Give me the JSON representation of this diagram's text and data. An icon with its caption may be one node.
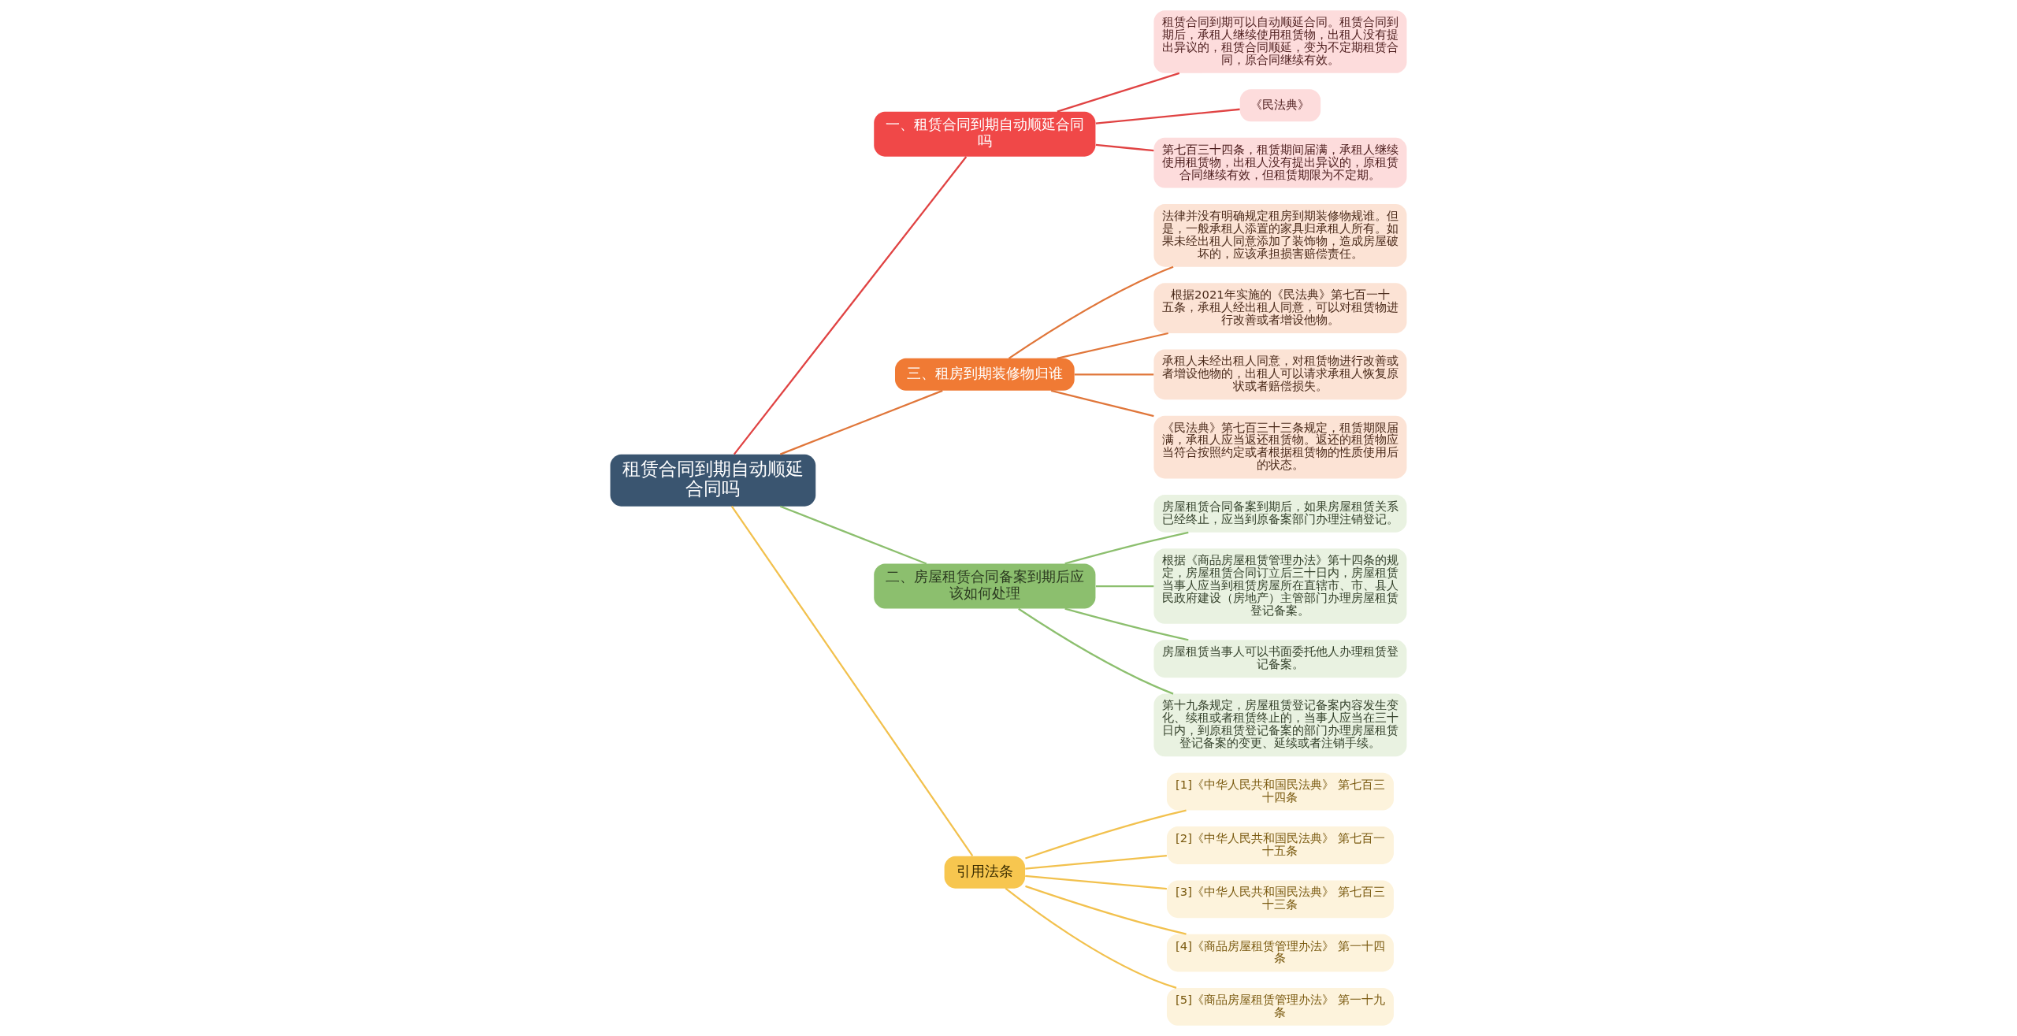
{
  "diagram": {
    "nodes": [
      {
        "text": [
          "租赁合同到期自动顺延合同吗"
        ]
      },
      {
        "text": [
          "一、租赁合同到期自动顺延合同吗"
        ]
      },
      {
        "text": [
          "租赁合同到期可以自动顺延合同。租赁合同到期后，承租人继续使用租赁物，出租人没有提出异议的，租赁合同顺延，变为不定期租赁合同，原合同继续有效。"
        ]
      },
      {
        "text": [
          "《民法典》"
        ]
      },
      {
        "text": [
          "第七百三十四条，租赁期间届满，承租人继续使用租赁物，出租人没有提出异议的，原租赁合同继续有效，但租赁期限为不定期。"
        ]
      },
      {
        "text": [
          "三、租房到期装修物归谁"
        ]
      },
      {
        "text": [
          "法律并没有明确规定租房到期装修物规谁。但是，一般承租人添置的家具归承租人所有。如果未经出租人同意添加了装饰物，造成房屋破坏的，应该承担损害赔偿责任。"
        ]
      },
      {
        "text": [
          "根据2021年实施的《民法典》第七百一十五条，承租人经出租人同意，可以对租赁物进行改善或者增设他物。"
        ]
      },
      {
        "text": [
          "承租人未经出租人同意，对租赁物进行改善或者增设他物的，出租人可以请求承租人恢复原状或者赔偿损失。"
        ]
      },
      {
        "text": [
          "《民法典》第七百三十三条规定，租赁期限届满，承租人应当返还租赁物。返还的租赁物应当符合按照约定或者根据租赁物的性质使用后的状态。"
        ]
      },
      {
        "text": [
          "二、房屋租赁合同备案到期后应该如何处理"
        ]
      },
      {
        "text": [
          "房屋租赁合同备案到期后，如果房屋租赁关系已经终止，应当到原备案部门办理注销登记。"
        ]
      },
      {
        "text": [
          "根据《商品房屋租赁管理办法》第十四条的规定，房屋租赁合同订立后三十日内，房屋租赁当事人应当到租赁房屋所在直辖市、市、县人民政府建设（房地产）主管部门办理房屋租赁登记备案。"
        ]
      },
      {
        "text": [
          "房屋租赁当事人可以书面委托他人办理租赁登记备案。"
        ]
      },
      {
        "text": [
          "第十九条规定，房屋租赁登记备案内容发生变化、续租或者租赁终止的，当事人应当在三十日内，到原租赁登记备案的部门办理房屋租赁登记备案的变更、延续或者注销手续。"
        ]
      },
      {
        "text": [
          "引用法条"
        ]
      },
      {
        "text": [
          "[1]《中华人民共和国民法典》 第七百三十四条"
        ]
      },
      {
        "text": [
          "[2]《中华人民共和国民法典》 第七百一十五条"
        ]
      },
      {
        "text": [
          "[3]《中华人民共和国民法典》 第七百三十三条"
        ]
      },
      {
        "text": [
          "[4]《商品房屋租赁管理办法》 第一十四条"
        ]
      },
      {
        "text": [
          "[5]《商品房屋租赁管理办法》 第一十九条"
        ]
      }
    ],
    "edges": [
      {
        "from": 0,
        "to": 1,
        "arrow": "none",
        "color": "#e04343"
      },
      {
        "from": 1,
        "to": 2,
        "arrow": "none",
        "color": "#e04343"
      },
      {
        "from": 1,
        "to": 3,
        "arrow": "none",
        "color": "#e04343"
      },
      {
        "from": 1,
        "to": 4,
        "arrow": "none",
        "color": "#e04343"
      },
      {
        "from": 0,
        "to": 5,
        "arrow": "none",
        "color": "#e0763a"
      },
      {
        "from": 5,
        "to": 6,
        "arrow": "none",
        "color": "#e0763a"
      },
      {
        "from": 5,
        "to": 7,
        "arrow": "none",
        "color": "#e0763a"
      },
      {
        "from": 5,
        "to": 8,
        "arrow": "none",
        "color": "#e0763a"
      },
      {
        "from": 5,
        "to": 9,
        "arrow": "none",
        "color": "#e0763a"
      },
      {
        "from": 0,
        "to": 10,
        "arrow": "none",
        "color": "#8cbf6e"
      },
      {
        "from": 10,
        "to": 11,
        "arrow": "none",
        "color": "#8cbf6e"
      },
      {
        "from": 10,
        "to": 12,
        "arrow": "none",
        "color": "#8cbf6e"
      },
      {
        "from": 10,
        "to": 13,
        "arrow": "none",
        "color": "#8cbf6e"
      },
      {
        "from": 10,
        "to": 14,
        "arrow": "none",
        "color": "#8cbf6e"
      },
      {
        "from": 0,
        "to": 15,
        "arrow": "none",
        "color": "#f2c14e"
      },
      {
        "from": 15,
        "to": 16,
        "arrow": "none",
        "color": "#f2c14e"
      },
      {
        "from": 15,
        "to": 17,
        "arrow": "none",
        "color": "#f2c14e"
      },
      {
        "from": 15,
        "to": 18,
        "arrow": "none",
        "color": "#f2c14e"
      },
      {
        "from": 15,
        "to": 19,
        "arrow": "none",
        "color": "#f2c14e"
      },
      {
        "from": 15,
        "to": 20,
        "arrow": "none",
        "color": "#f2c14e"
      }
    ]
  }
}
